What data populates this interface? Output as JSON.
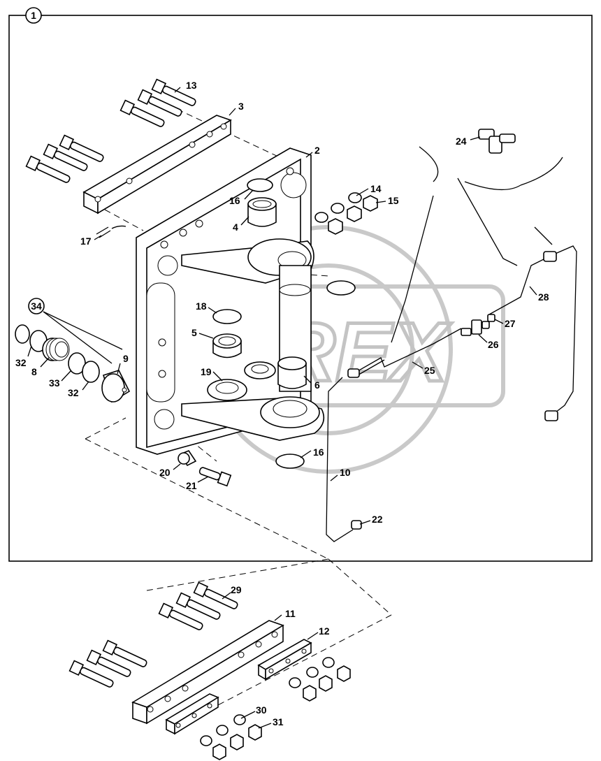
{
  "figure": {
    "badge": "1",
    "callout_34": "34",
    "watermark": "OREX"
  },
  "labels": [
    {
      "id": "13",
      "text": "13"
    },
    {
      "id": "3",
      "text": "3"
    },
    {
      "id": "2",
      "text": "2"
    },
    {
      "id": "14",
      "text": "14"
    },
    {
      "id": "15",
      "text": "15"
    },
    {
      "id": "16a",
      "text": "16"
    },
    {
      "id": "4",
      "text": "4"
    },
    {
      "id": "17",
      "text": "17"
    },
    {
      "id": "24",
      "text": "24"
    },
    {
      "id": "28",
      "text": "28"
    },
    {
      "id": "27",
      "text": "27"
    },
    {
      "id": "26",
      "text": "26"
    },
    {
      "id": "25",
      "text": "25"
    },
    {
      "id": "18",
      "text": "18"
    },
    {
      "id": "5",
      "text": "5"
    },
    {
      "id": "19",
      "text": "19"
    },
    {
      "id": "6",
      "text": "6"
    },
    {
      "id": "32a",
      "text": "32"
    },
    {
      "id": "8",
      "text": "8"
    },
    {
      "id": "33",
      "text": "33"
    },
    {
      "id": "32b",
      "text": "32"
    },
    {
      "id": "9",
      "text": "9"
    },
    {
      "id": "16b",
      "text": "16"
    },
    {
      "id": "10",
      "text": "10"
    },
    {
      "id": "20",
      "text": "20"
    },
    {
      "id": "21",
      "text": "21"
    },
    {
      "id": "22",
      "text": "22"
    },
    {
      "id": "29",
      "text": "29"
    },
    {
      "id": "11",
      "text": "11"
    },
    {
      "id": "12",
      "text": "12"
    },
    {
      "id": "30",
      "text": "30"
    },
    {
      "id": "31",
      "text": "31"
    }
  ]
}
